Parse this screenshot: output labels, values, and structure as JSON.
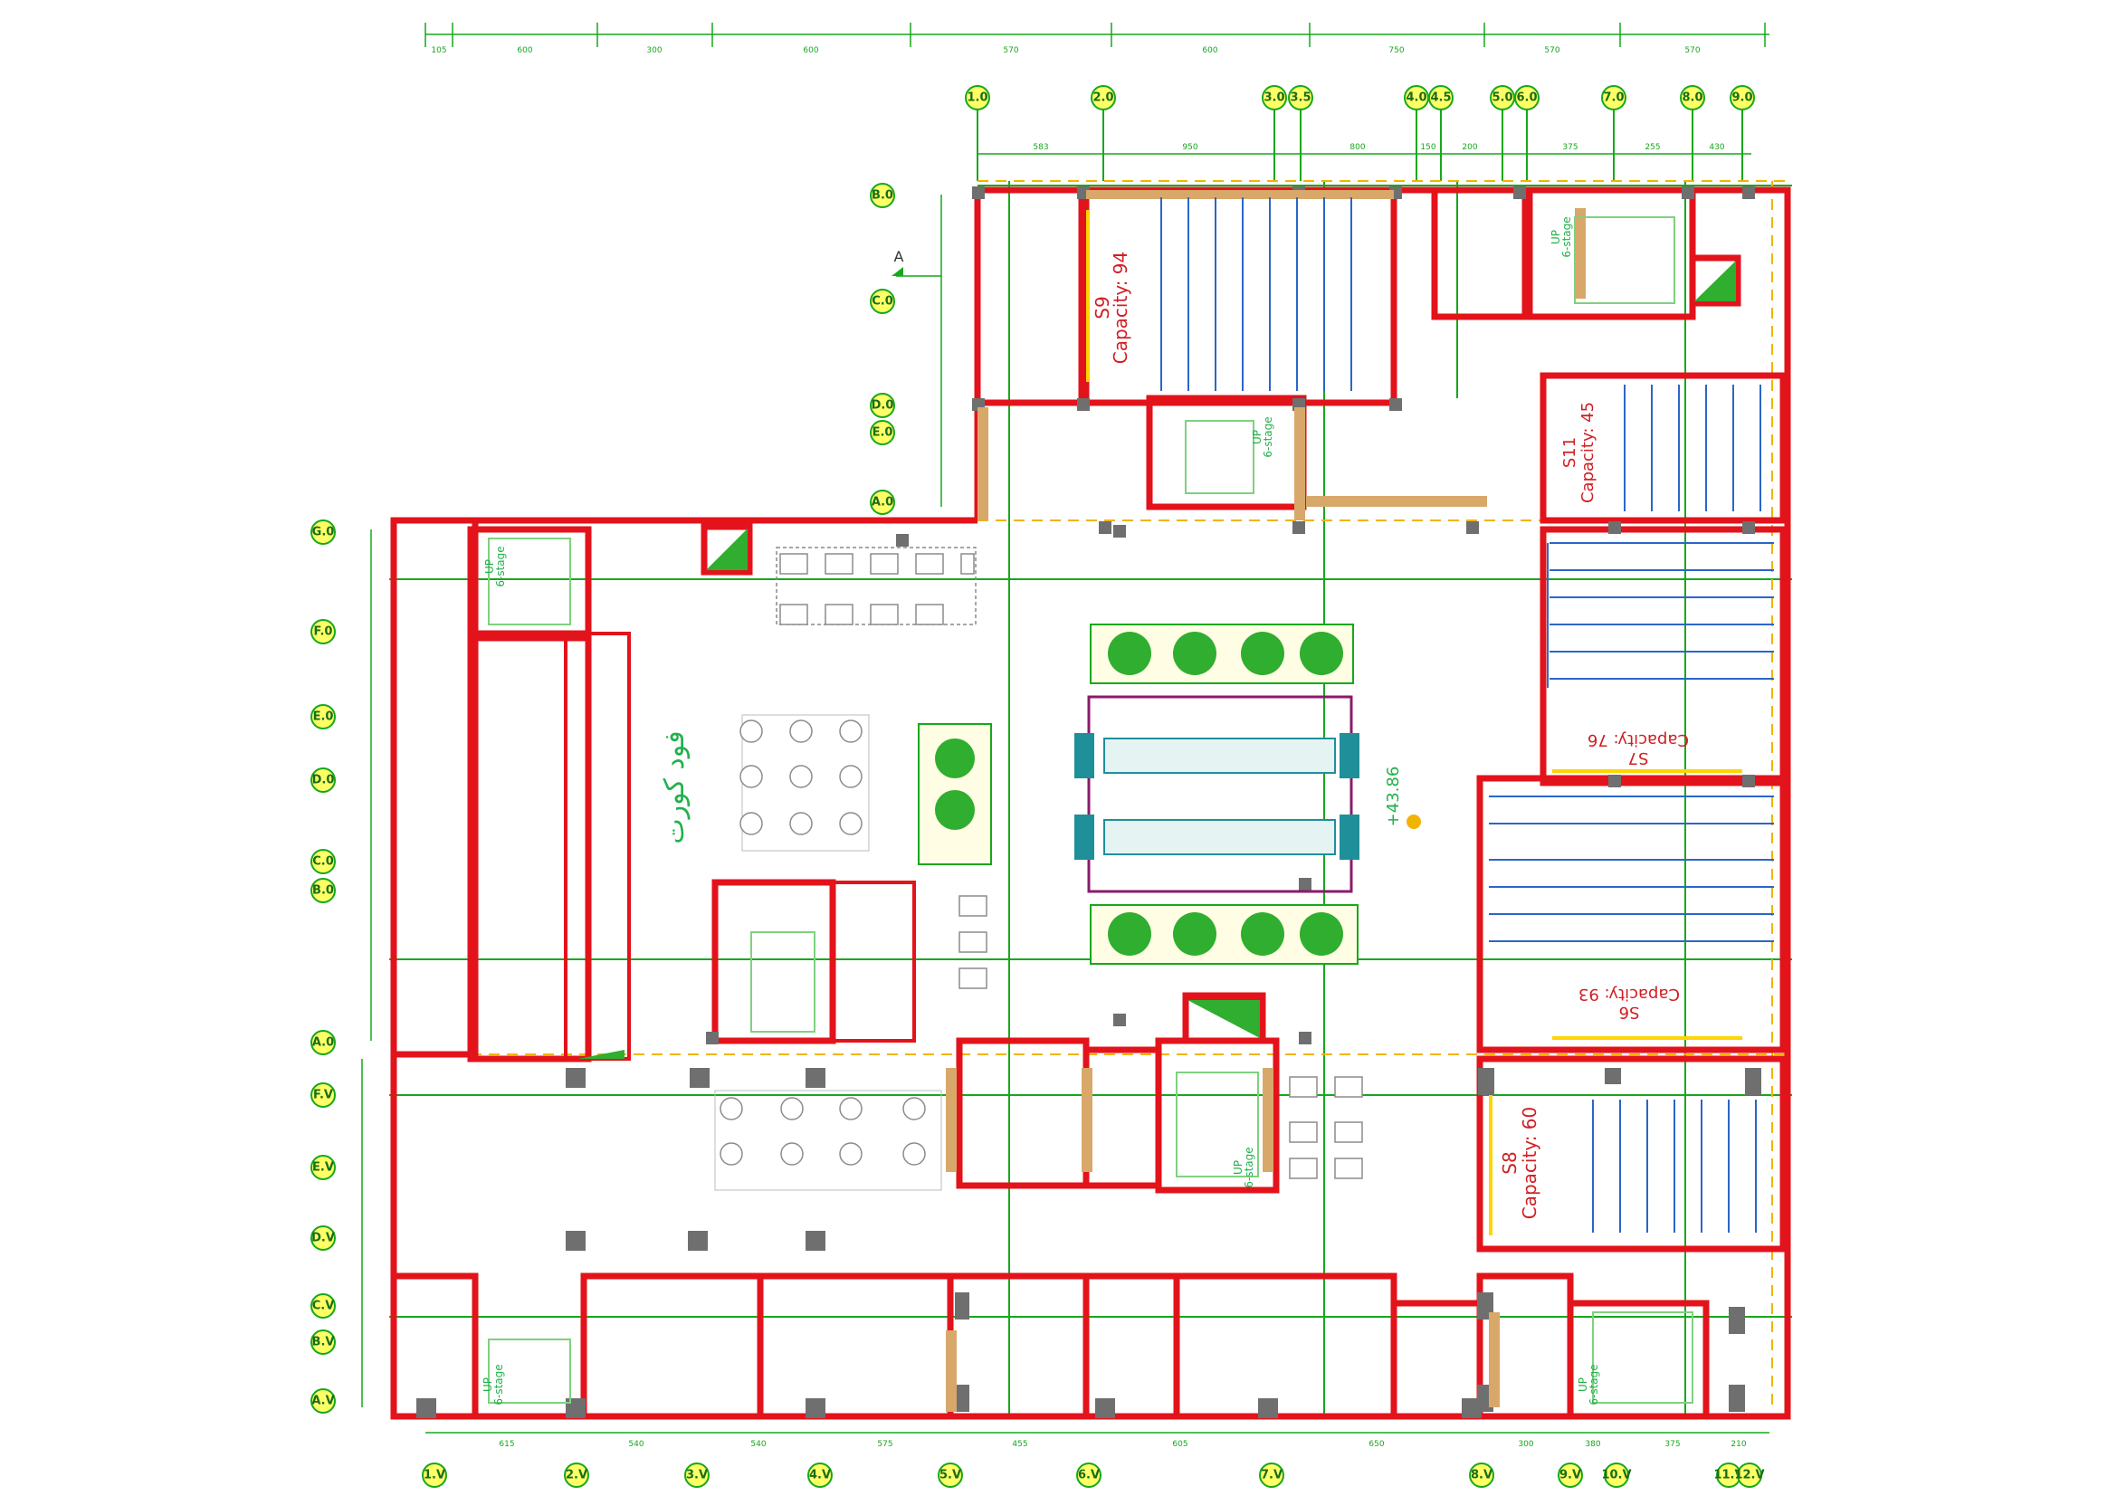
{
  "labels": {
    "capacities": {
      "s9": {
        "name": "S9",
        "capacity": "Capacity: 94"
      },
      "s11": {
        "name": "S11",
        "capacity": "Capacity: 45"
      },
      "s7": {
        "name": "S7",
        "capacity": "Capacity: 76"
      },
      "s6": {
        "name": "S6",
        "capacity": "Capacity: 93"
      },
      "s8": {
        "name": "S8",
        "capacity": "Capacity: 60"
      }
    },
    "food_court": "فود کورت",
    "elevation": "+43.86",
    "section_marker": "A",
    "stair_up": "UP",
    "stair_stage": "6-stage"
  },
  "grid_bubbles": {
    "top": [
      "1.0",
      "2.0",
      "3.0",
      "3.5",
      "4.0",
      "4.5",
      "5.0",
      "6.0",
      "7.0",
      "8.0",
      "9.0"
    ],
    "left_upper": [
      "B.0",
      "C.0",
      "D.0",
      "E.0",
      "A.0"
    ],
    "left": [
      "G.0",
      "F.0",
      "E.0",
      "D.0",
      "C.0",
      "B.0",
      "A.0",
      "F.V",
      "E.V",
      "D.V",
      "C.V",
      "B.V",
      "A.V"
    ],
    "bottom": [
      "1.V",
      "2.V",
      "3.V",
      "4.V",
      "5.V",
      "6.V",
      "7.V",
      "8.V",
      "9.V",
      "10.V",
      "11.V",
      "12.V"
    ]
  },
  "dimensions": {
    "top_outer": [
      "105",
      "600",
      "300",
      "600",
      "570",
      "600",
      "750",
      "570",
      "570"
    ],
    "top_inner": [
      "583",
      "950",
      "800",
      "150",
      "200",
      "375",
      "255",
      "430"
    ],
    "bottom": [
      "615",
      "540",
      "540",
      "575",
      "455",
      "605",
      "650",
      "300",
      "380",
      "375",
      "210"
    ]
  },
  "colors": {
    "wall": "#e3131b",
    "grid": "#16a81c",
    "bubble": "#ffff66",
    "seat_row": "#2b66c7",
    "escalator": "#1f8f9a",
    "plant": "#2fae2f",
    "column": "#6f6f6f",
    "wood": "#d8a86a",
    "room_label": "#d01f24"
  }
}
